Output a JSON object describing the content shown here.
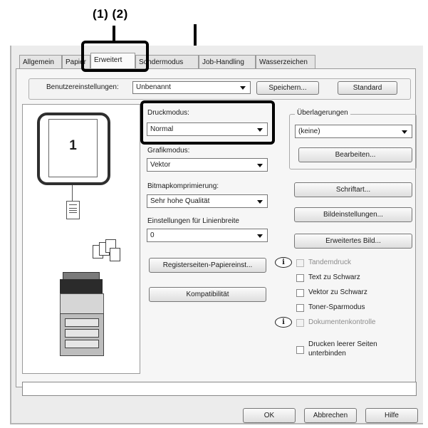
{
  "callouts": {
    "label_1_2": "(1) (2)"
  },
  "tabs": [
    {
      "label": "Allgemein"
    },
    {
      "label": "Papier"
    },
    {
      "label": "Erweitert"
    },
    {
      "label": "Sondermodus"
    },
    {
      "label": "Job-Handling"
    },
    {
      "label": "Wasserzeichen"
    }
  ],
  "user_settings": {
    "label": "Benutzereinstellungen:",
    "value": "Unbenannt",
    "save_label": "Speichern...",
    "default_label": "Standard"
  },
  "preview": {
    "page_number": "1"
  },
  "print_mode": {
    "label": "Druckmodus:",
    "value": "Normal"
  },
  "graphics_mode": {
    "label": "Grafikmodus:",
    "value": "Vektor"
  },
  "bitmap_compression": {
    "label": "Bitmapkomprimierung:",
    "value": "Sehr hohe Qualität"
  },
  "line_width": {
    "label": "Einstellungen für Linienbreite",
    "value": "0"
  },
  "buttons": {
    "register_pages": "Registerseiten-Papiereinst...",
    "compatibility": "Kompatibilität",
    "edit": "Bearbeiten...",
    "font": "Schriftart...",
    "image_settings": "Bildeinstellungen...",
    "advanced_image": "Erweitertes Bild...",
    "ok": "OK",
    "cancel": "Abbrechen",
    "help": "Hilfe"
  },
  "overlays": {
    "label": "Überlagerungen",
    "value": "(keine)"
  },
  "checkboxes": {
    "tandem": "Tandemdruck",
    "text_black": "Text zu Schwarz",
    "vector_black": "Vektor zu Schwarz",
    "toner_save": "Toner-Sparmodus",
    "doc_control": "Dokumentenkontrolle",
    "suppress_blank_1": "Drucken leerer Seiten",
    "suppress_blank_2": "unterbinden"
  }
}
